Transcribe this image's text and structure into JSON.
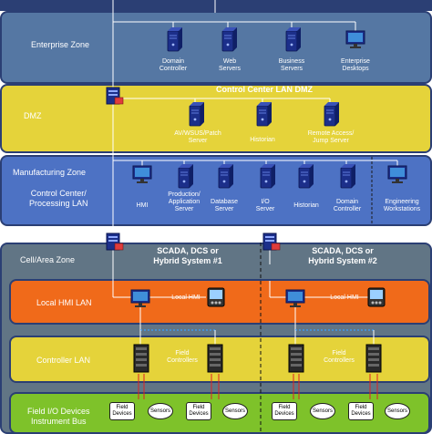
{
  "zones": {
    "enterprise": "Enterprise Zone",
    "dmz": "DMZ",
    "manufacturing": "Manufacturing Zone",
    "control_center": "Control Center/\nProcessing LAN",
    "cell_area": "Cell/Area Zone",
    "local_hmi": "Local HMI LAN",
    "controller": "Controller LAN",
    "field_io": "Field I/O Devices\nInstrument Bus"
  },
  "enterprise_nodes": [
    "Domain\nController",
    "Web\nServers",
    "Business\nServers",
    "Enterprise\nDesktops"
  ],
  "dmz_header": "Control Center LAN DMZ",
  "dmz_nodes": [
    "AV/WSUS/Patch\nServer",
    "Historian",
    "Remote Access/\nJump Server"
  ],
  "manufacturing_nodes": [
    "HMI",
    "Production/\nApplication\nServer",
    "Database\nServer",
    "I/O\nServer",
    "Historian",
    "Domain\nController",
    "Engineering\nWorkstations"
  ],
  "systems": [
    "SCADA, DCS or\nHybrid System #1",
    "SCADA, DCS or\nHybrid System #2"
  ],
  "local_hmi_label": "Local HMI",
  "field_controllers_label": "Field\nControllers",
  "field_devices_label": "Field\nDevices",
  "sensors_label": "Sensors",
  "colors": {
    "navy": "#2b3f74",
    "slate": "#4a6a94",
    "cell": "#5f7384",
    "yellow": "#e8d43c",
    "orange": "#f06a1a",
    "green": "#7ec22a",
    "blue_zone": "#4a6fc0"
  }
}
